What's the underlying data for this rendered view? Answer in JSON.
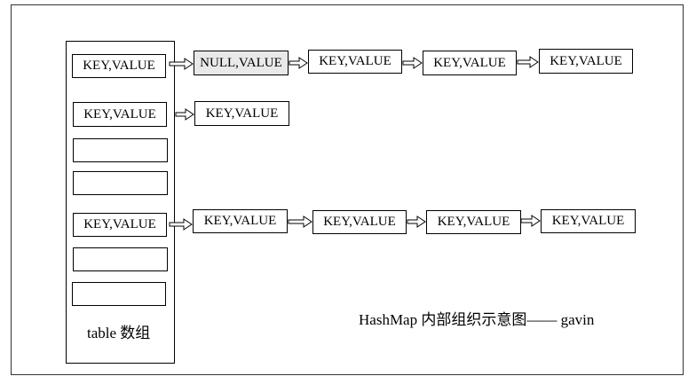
{
  "table_label": "table 数组",
  "caption": "HashMap 内部组织示意图—— gavin",
  "table_slots": [
    "KEY,VALUE",
    "KEY,VALUE",
    "",
    "",
    "KEY,VALUE",
    "",
    ""
  ],
  "chains": [
    {
      "nodes": [
        "NULL,VALUE",
        "KEY,VALUE",
        "KEY,VALUE",
        "KEY,VALUE"
      ]
    },
    {
      "nodes": [
        "KEY,VALUE"
      ]
    },
    {
      "nodes": [
        "KEY,VALUE",
        "KEY,VALUE",
        "KEY,VALUE",
        "KEY,VALUE"
      ]
    }
  ],
  "colors": {
    "line": "#000000",
    "null_node_fill": "#e9e9e9",
    "frame": "#333333"
  }
}
